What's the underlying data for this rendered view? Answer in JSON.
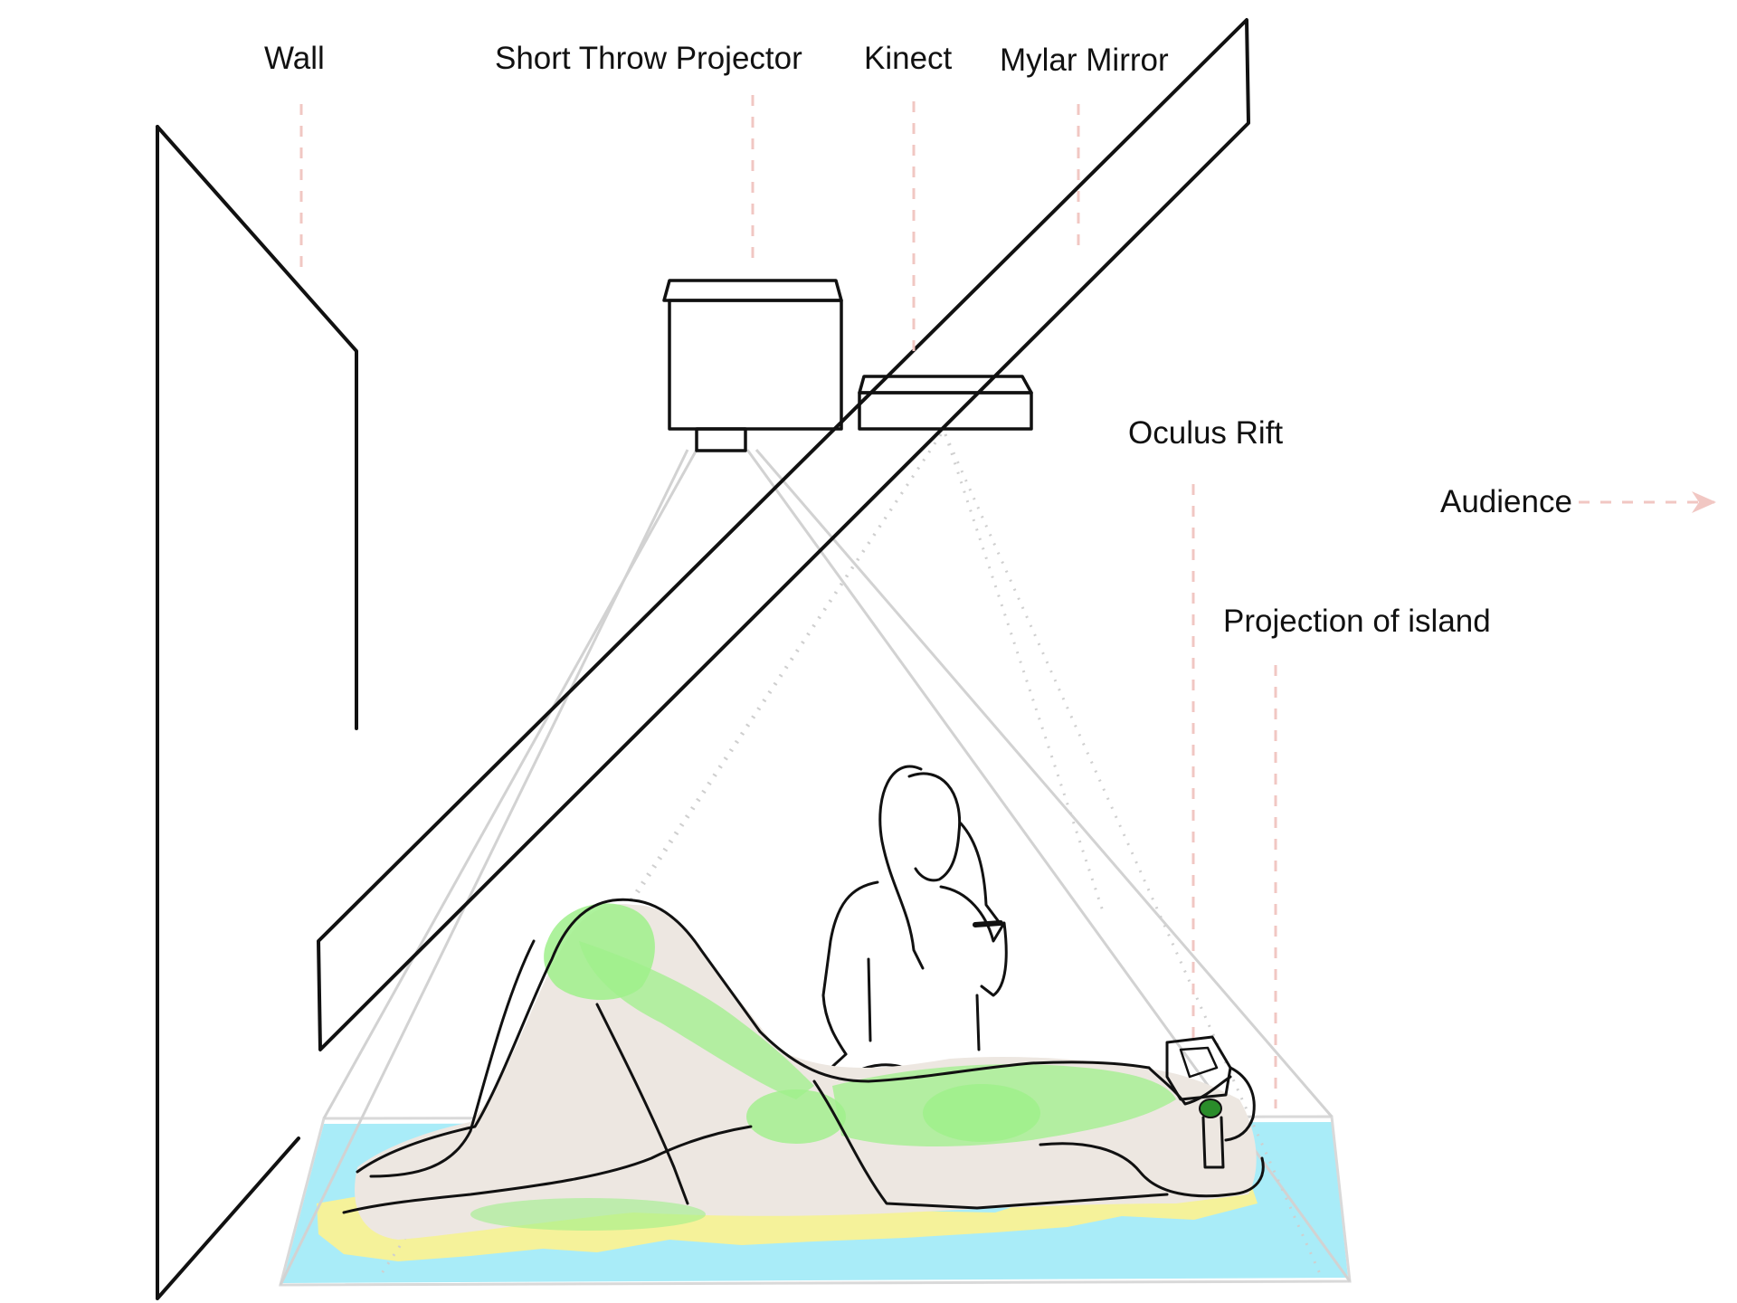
{
  "labels": {
    "wall": "Wall",
    "projector": "Short Throw Projector",
    "kinect": "Kinect",
    "mirror": "Mylar Mirror",
    "oculus": "Oculus Rift",
    "audience": "Audience",
    "projection": "Projection of island"
  },
  "colors": {
    "line": "#111111",
    "leader": "#f1c7c3",
    "beam": "#d2d2d2",
    "projection_water": "#a9ecf8",
    "projection_sand": "#f5f29a",
    "tracking_highlight": "#9ff08b",
    "body_shade": "#ede7e1"
  }
}
